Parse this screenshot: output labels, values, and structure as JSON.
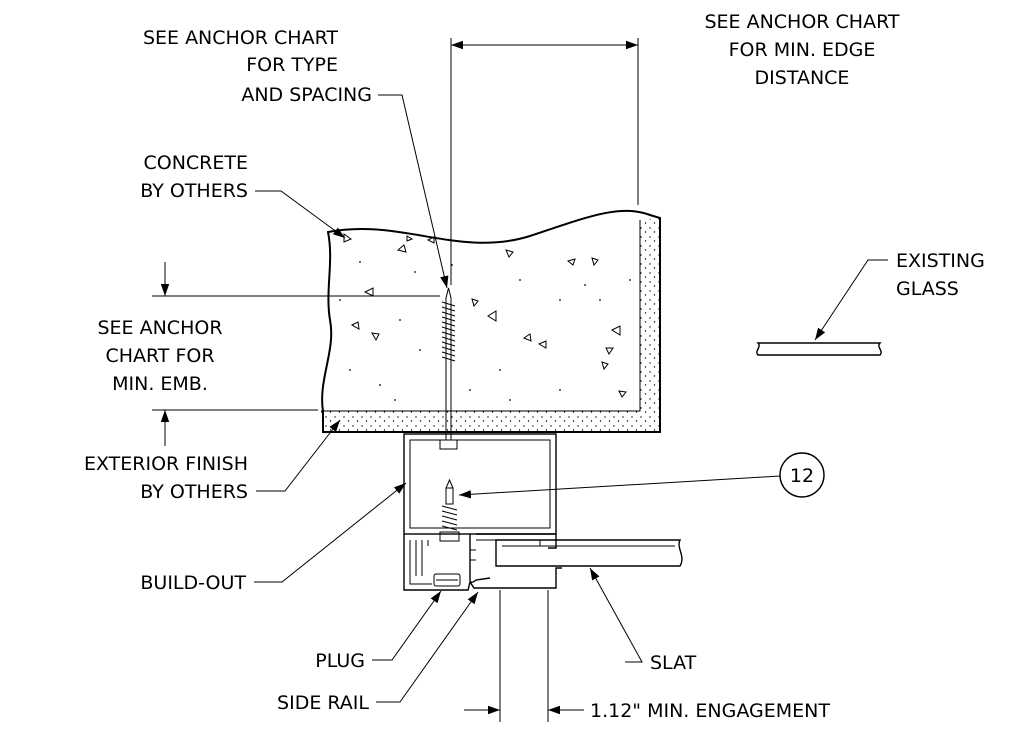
{
  "labels": {
    "anchor_type": [
      "SEE ANCHOR CHART",
      "FOR TYPE",
      "AND SPACING"
    ],
    "edge_distance": [
      "SEE ANCHOR CHART",
      "FOR MIN. EDGE",
      "DISTANCE"
    ],
    "concrete": [
      "CONCRETE",
      "BY OTHERS"
    ],
    "existing_glass": [
      "EXISTING",
      "GLASS"
    ],
    "embedment": [
      "SEE ANCHOR",
      "CHART FOR",
      "MIN. EMB."
    ],
    "exterior_finish": [
      "EXTERIOR FINISH",
      "BY OTHERS"
    ],
    "callout_number": "12",
    "build_out": "BUILD-OUT",
    "slat": "SLAT",
    "plug": "PLUG",
    "side_rail": "SIDE RAIL",
    "engagement": "1.12\" MIN. ENGAGEMENT"
  },
  "colors": {
    "ink": "#000000",
    "paper": "#ffffff"
  }
}
